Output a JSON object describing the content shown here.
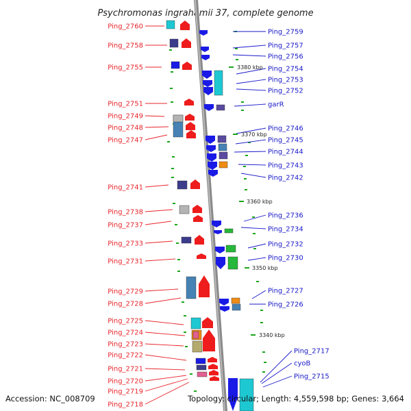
{
  "title": "Psychromonas ingrahamii 37, complete genome",
  "accession": "Accession: NC_008709",
  "topology": "Topology: circular; Length: 4,559,598 bp; Genes: 3,664",
  "colors": {
    "left_label": "#e8242b",
    "right_label": "#1818c8",
    "backbone": "#8a8a8a",
    "tick": "#1aa51a"
  },
  "kbp_marks": [
    "3380 kbp",
    "3370 kbp",
    "3360 kbp",
    "3350 kbp",
    "3340 kbp"
  ],
  "left_labels": [
    "Ping_2760",
    "Ping_2758",
    "Ping_2755",
    "Ping_2751",
    "Ping_2749",
    "Ping_2748",
    "Ping_2747",
    "Ping_2741",
    "Ping_2738",
    "Ping_2737",
    "Ping_2733",
    "Ping_2731",
    "Ping_2729",
    "Ping_2728",
    "Ping_2725",
    "Ping_2724",
    "Ping_2723",
    "Ping_2722",
    "Ping_2721",
    "Ping_2720",
    "Ping_2719",
    "Ping_2718"
  ],
  "right_labels": [
    "Ping_2759",
    "Ping_2757",
    "Ping_2756",
    "Ping_2754",
    "Ping_2753",
    "Ping_2752",
    "garR",
    "Ping_2746",
    "Ping_2745",
    "Ping_2744",
    "Ping_2743",
    "Ping_2742",
    "Ping_2736",
    "Ping_2734",
    "Ping_2732",
    "Ping_2730",
    "Ping_2727",
    "Ping_2726",
    "Ping_2717",
    "cyoB",
    "Ping_2715"
  ]
}
